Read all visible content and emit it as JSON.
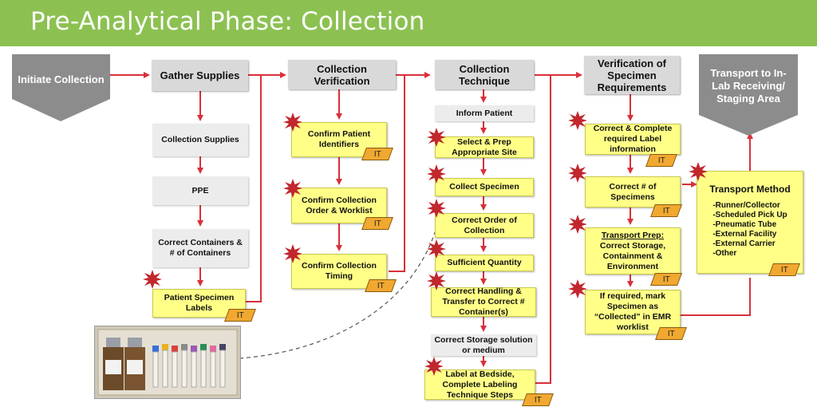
{
  "title": "Pre-Analytical Phase: Collection",
  "colors": {
    "header": "#8cc152",
    "arrow": "#d9303a",
    "burst": "#c1272d",
    "it_tag": "#f0a830",
    "note": "#ffff88"
  },
  "it_label": "IT",
  "initiate": "Initiate Collection",
  "gather": {
    "header": "Gather Supplies",
    "steps": [
      "Collection Supplies",
      "PPE",
      "Correct Containers & # of Containers",
      "Patient Specimen Labels"
    ]
  },
  "verification": {
    "header": "Collection Verification",
    "steps": [
      "Confirm Patient Identifiers",
      "Confirm Collection Order & Worklist",
      "Confirm Collection Timing"
    ]
  },
  "technique": {
    "header": "Collection Technique",
    "steps": [
      "Inform Patient",
      "Select & Prep Appropriate Site",
      "Collect Specimen",
      "Correct Order of Collection",
      "Sufficient Quantity",
      "Correct Handling & Transfer to Correct # Container(s)",
      "Correct Storage solution or medium",
      "Label at Bedside, Complete Labeling Technique Steps"
    ]
  },
  "requirements": {
    "header": "Verification of Specimen Requirements",
    "steps": [
      "Correct & Complete required Label information",
      "Correct # of Specimens",
      "Correct Storage, Containment & Environment",
      "If required, mark Specimen as “Collected” in EMR worklist"
    ],
    "transport_prep_label": "Transport Prep:"
  },
  "transport": {
    "header": "Transport to In-Lab Receiving/ Staging Area",
    "method_title": "Transport Method",
    "methods": [
      "-Runner/Collector",
      "-Scheduled Pick Up",
      "-Pneumatic Tube",
      "-External Facility",
      "-External Carrier",
      "-Other"
    ]
  },
  "photo_icon": "specimen-tubes-photo"
}
